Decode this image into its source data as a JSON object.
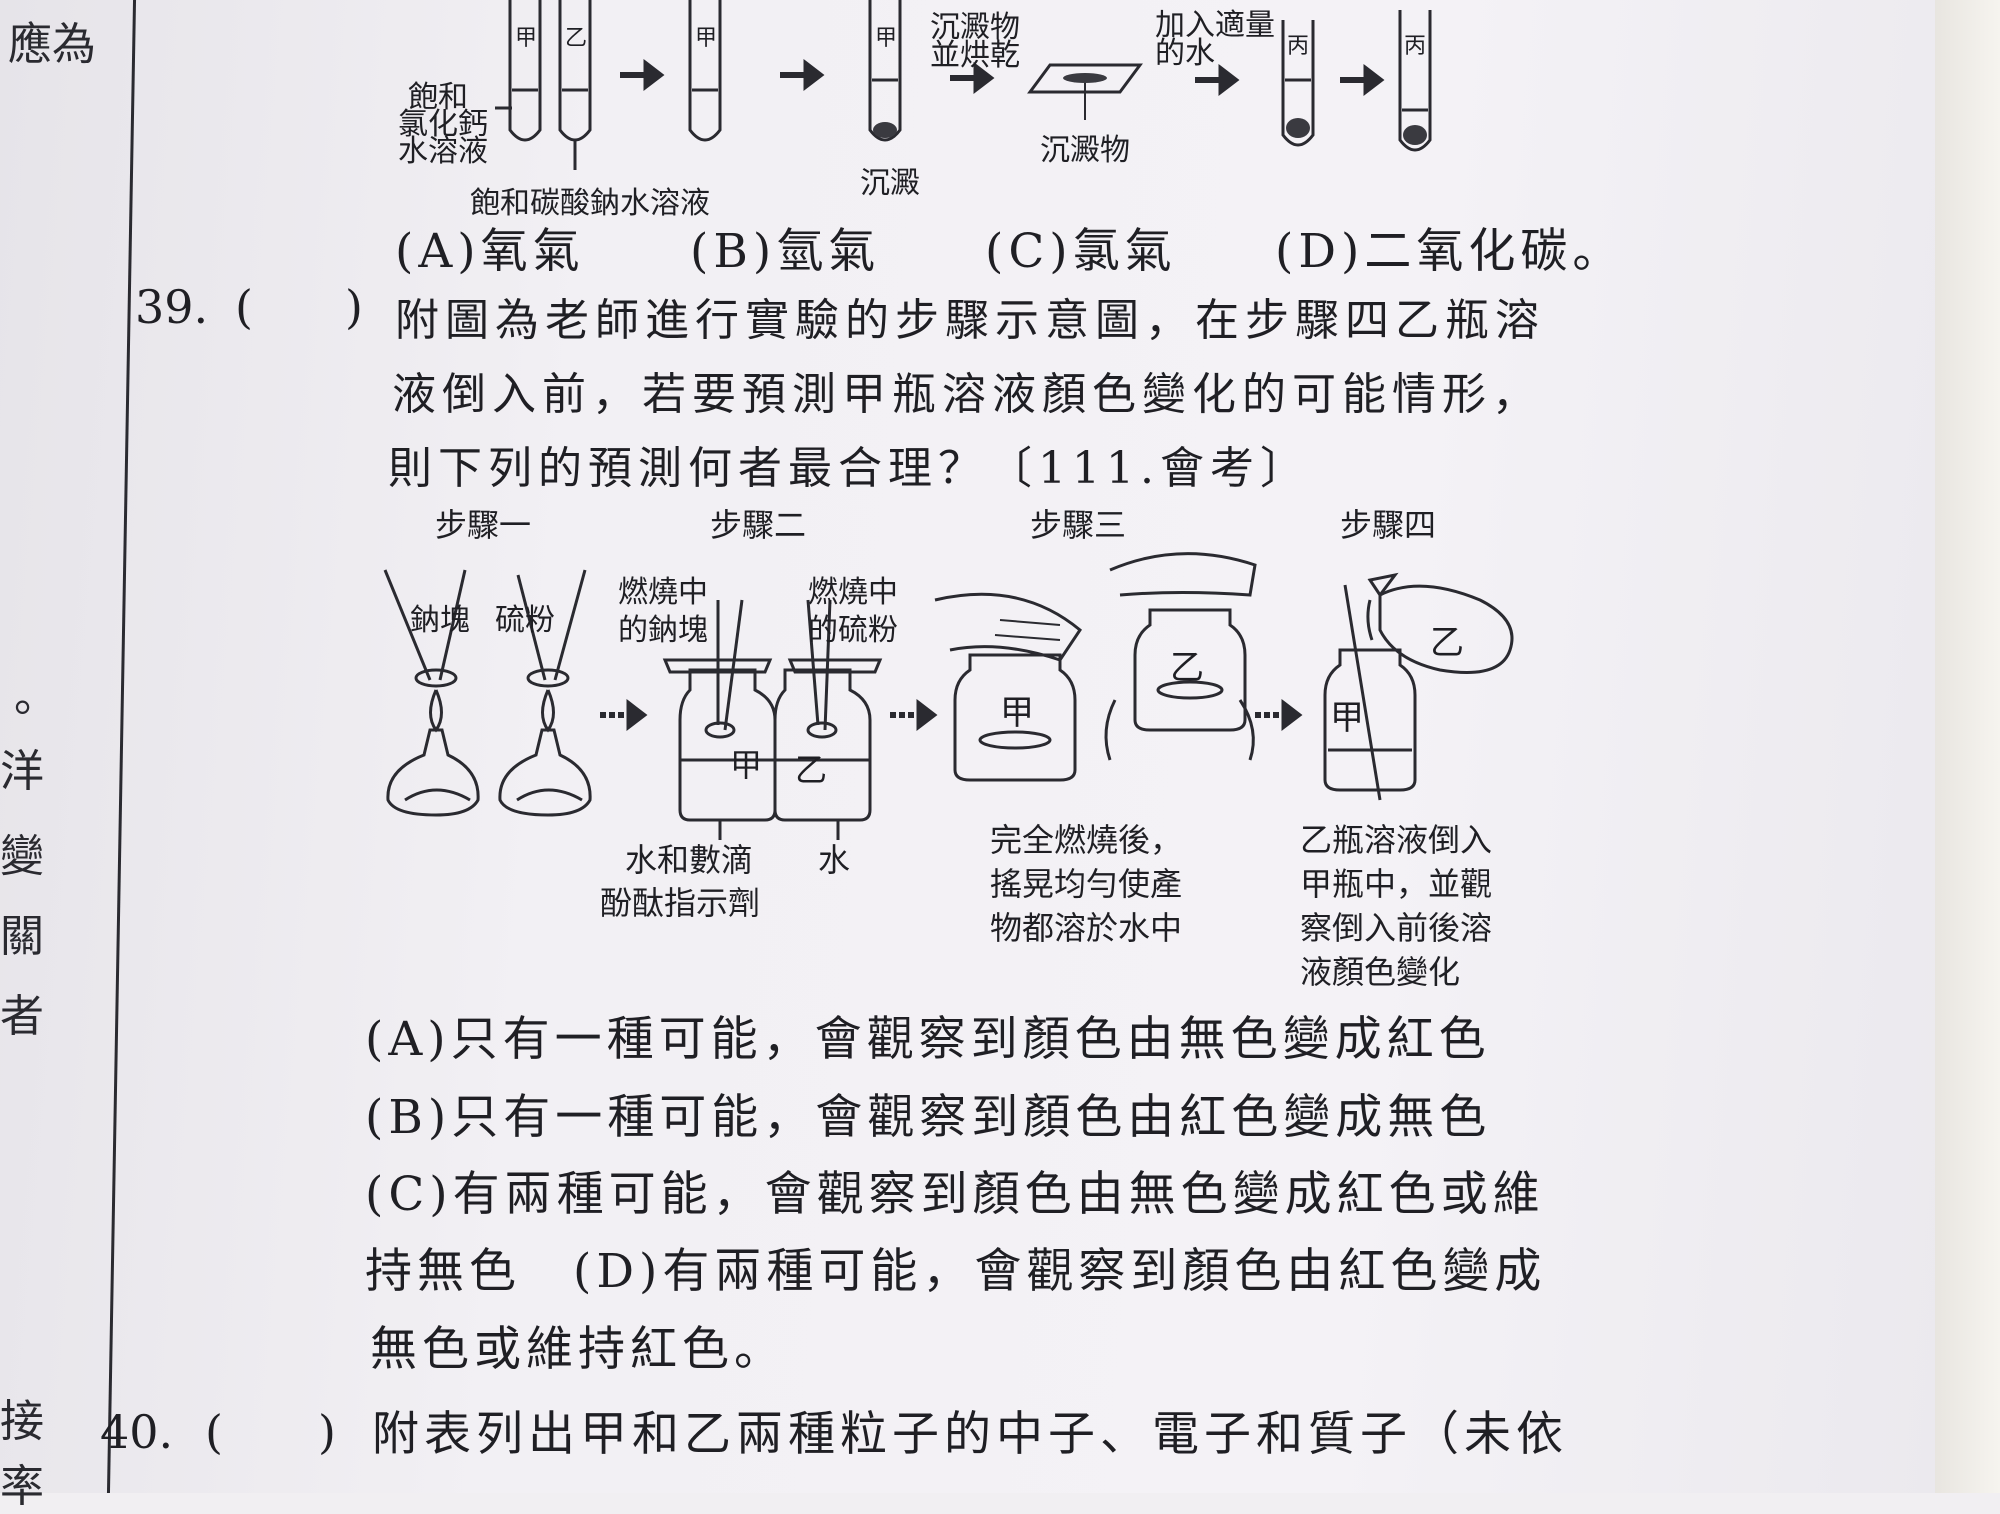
{
  "left_edge": [
    "應為",
    "。",
    "洋",
    "變",
    "關",
    "者",
    "接",
    "率"
  ],
  "top_diagram": {
    "labels": {
      "saturated_cacl2": [
        "飽和",
        "氯化鈣",
        "水溶液"
      ],
      "saturated_na2co3": "飽和碳酸鈉水溶液",
      "precipitate_bottom": "沉澱",
      "filter_dry": [
        "沉澱物",
        "並烘乾"
      ],
      "precipitate_mid": "沉澱物",
      "add_dilute": [
        "加入適量",
        "的水"
      ],
      "tube_jia": "甲",
      "tube_yi": "乙",
      "tube_bing": "丙"
    }
  },
  "q38_options": [
    "(A)氧氣",
    "(B)氫氣",
    "(C)氯氣",
    "(D)二氧化碳。"
  ],
  "q39": {
    "number": "39.",
    "paren_open": "(",
    "paren_close": ")",
    "lines": [
      "附圖為老師進行實驗的步驟示意圖，在步驟四乙瓶溶",
      "液倒入前，若要預測甲瓶溶液顏色變化的可能情形，",
      "則下列的預測何者最合理？〔111.會考〕"
    ],
    "steps": [
      "步驟一",
      "步驟二",
      "步驟三",
      "步驟四"
    ],
    "labels": {
      "sodium_lump": "鈉塊",
      "sulfur_powder": "硫粉",
      "burning_sodium": [
        "燃燒中",
        "的鈉塊"
      ],
      "burning_sulfur": [
        "燃燒中",
        "的硫粉"
      ],
      "water_indicator": [
        "水和數滴",
        "酚酞指示劑"
      ],
      "water": "水",
      "jar_jia": "甲",
      "jar_yi": "乙",
      "step3_caption": [
        "完全燃燒後，",
        "搖晃均勻使產",
        "物都溶於水中"
      ],
      "step4_caption": [
        "乙瓶溶液倒入",
        "甲瓶中，並觀",
        "察倒入前後溶",
        "液顏色變化"
      ]
    },
    "options": [
      "(A)只有一種可能，會觀察到顏色由無色變成紅色",
      "(B)只有一種可能，會觀察到顏色由紅色變成無色",
      "(C)有兩種可能，會觀察到顏色由無色變成紅色或維",
      "持無色　(D)有兩種可能，會觀察到顏色由紅色變成",
      "無色或維持紅色。"
    ]
  },
  "q40": {
    "number": "40.",
    "paren_open": "(",
    "paren_close": ")",
    "line": "附表列出甲和乙兩種粒子的中子、電子和質子（未依"
  }
}
